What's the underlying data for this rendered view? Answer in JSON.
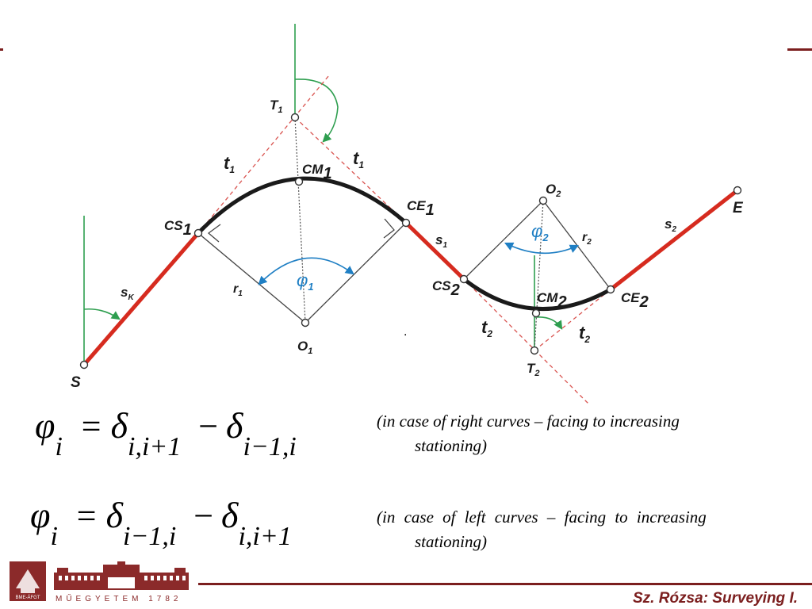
{
  "diagram": {
    "points": {
      "S": "S",
      "E": "E",
      "T1": "T",
      "T1_sub": "1",
      "T2": "T",
      "T2_sub": "2",
      "O1": "O",
      "O1_sub": "1",
      "O2": "O",
      "O2_sub": "2",
      "CS1": "CS",
      "CS1_sub": "1",
      "CM1": "CM",
      "CM1_sub": "1",
      "CE1": "CE",
      "CE1_sub": "1",
      "CS2": "CS",
      "CS2_sub": "2",
      "CM2": "CM",
      "CM2_sub": "2",
      "CE2": "CE",
      "CE2_sub": "2"
    },
    "segments": {
      "sK": "s",
      "sK_sub": "K",
      "s1": "s",
      "s1_sub": "1",
      "s2": "s",
      "s2_sub": "2",
      "t1": "t",
      "t1_sub": "1",
      "t2": "t",
      "t2_sub": "2",
      "r1": "r",
      "r1_sub": "1",
      "r2": "r",
      "r2_sub": "2"
    },
    "angles": {
      "phi1": "φ",
      "phi1_sub": "1",
      "phi2": "φ",
      "phi2_sub": "2"
    },
    "dot": ".",
    "colors": {
      "straight": "#d62b1f",
      "arc": "#1a1a1a",
      "tangent": "#d9534f",
      "north": "#2e9e4f",
      "angle": "#1f7fc4",
      "brand": "#7b1e1e"
    }
  },
  "formulas": [
    {
      "lhs": "φ",
      "lhs_sub": "i",
      "eq": "=",
      "d1": "δ",
      "d1_sub": "i,i+1",
      "minus": "−",
      "d2": "δ",
      "d2_sub": "i−1,i",
      "note_line1": "(in case of right curves – facing to increasing",
      "note_line2": "stationing)"
    },
    {
      "lhs": "φ",
      "lhs_sub": "i",
      "eq": "=",
      "d1": "δ",
      "d1_sub": "i−1,i",
      "minus": "−",
      "d2": "δ",
      "d2_sub": "i,i+1",
      "note_line1": "(in case of left curves – facing to increasing",
      "note_line2": "stationing)"
    }
  ],
  "footer": {
    "logo_text": "MŰEGYETEM 1782",
    "logo_badge": "BME-ÁFGT",
    "author": "Sz. Rózsa: Surveying I."
  }
}
